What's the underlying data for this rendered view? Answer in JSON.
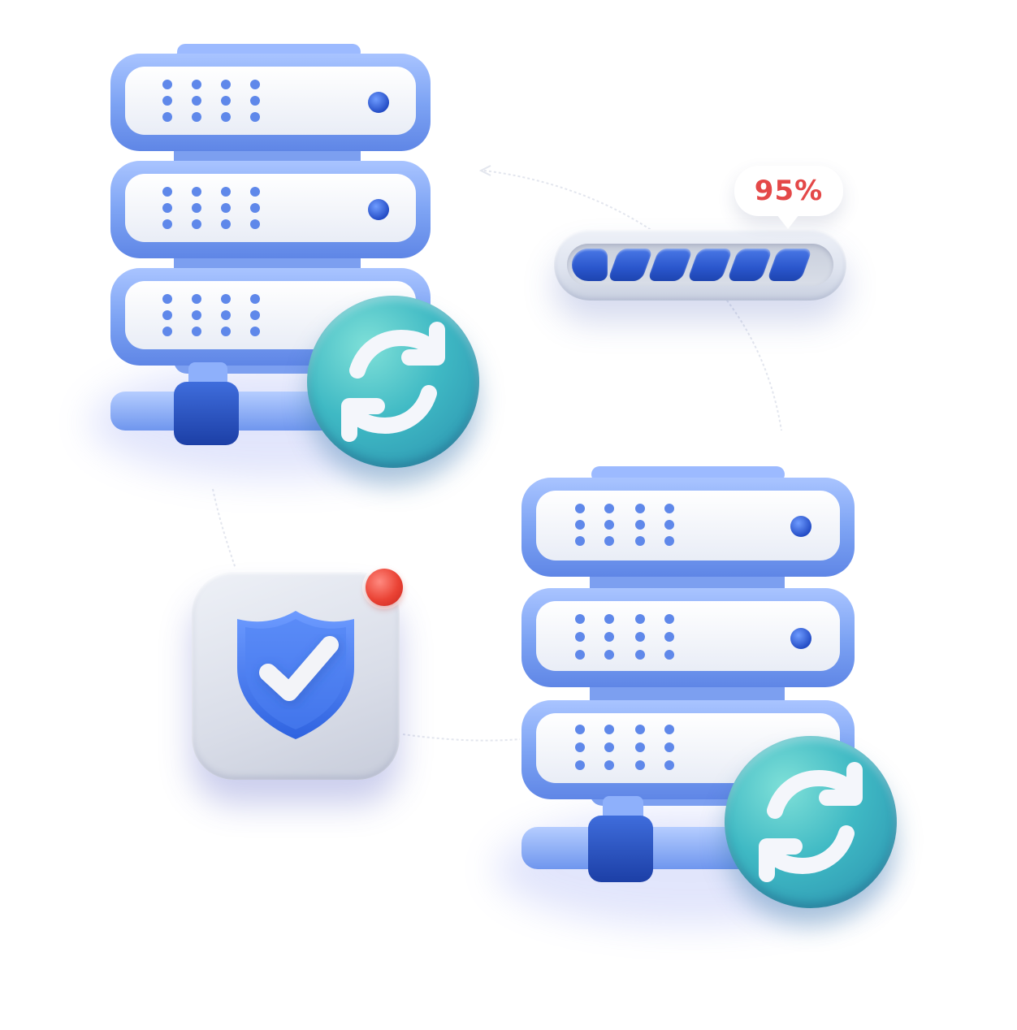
{
  "progress": {
    "label": "95%",
    "fraction": 0.95,
    "segments": 6,
    "fill_color": "#2a56cc",
    "label_color": "#e44848"
  },
  "servers": [
    {
      "name": "server-rack-top-left",
      "units": 3,
      "status_icon": "sync-icon"
    },
    {
      "name": "server-rack-bottom-right",
      "units": 3,
      "status_icon": "sync-icon"
    }
  ],
  "security": {
    "icon": "shield-check-icon",
    "notification": "red-dot-badge",
    "notification_color": "#ea4335"
  },
  "colors": {
    "accent": "#5b8cf0",
    "server_face": "#f3f5fa",
    "sync_teal": "#3fb9c4"
  }
}
